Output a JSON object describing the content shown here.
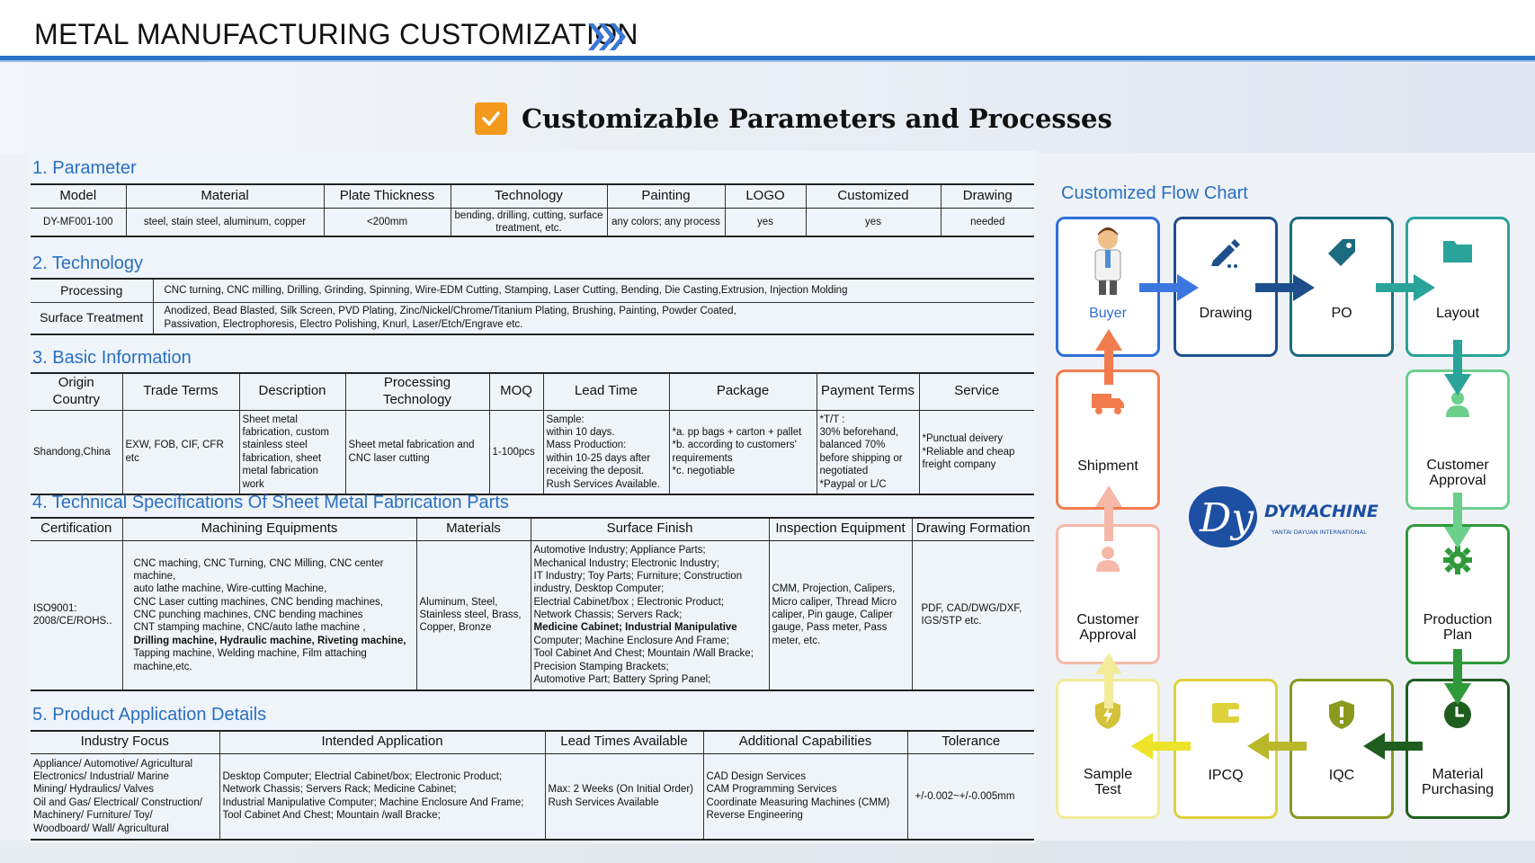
{
  "header": {
    "title": "METAL MANUFACTURING CUSTOMIZATION"
  },
  "subtitle": "Customizable Parameters and Processes",
  "sections": {
    "parameter": "1. Parameter",
    "technology": "2. Technology",
    "basic": "3. Basic Information",
    "specs": "4. Technical Specifications Of Sheet Metal Fabrication Parts",
    "application": "5. Product Application Details"
  },
  "param": {
    "headers": [
      "Model",
      "Material",
      "Plate  Thickness",
      "Technology",
      "Painting",
      "LOGO",
      "Customized",
      "Drawing"
    ],
    "row": [
      "DY-MF001-100",
      "steel, stain  steel, aluminum, copper",
      "<200mm",
      "bending, drilling, cutting, surface treatment, etc.",
      "any colors; any process",
      "yes",
      "yes",
      "needed"
    ]
  },
  "tech": {
    "processing_label": "Processing",
    "processing_value": "CNC turning, CNC milling, Drilling, Grinding, Spinning, Wire-EDM Cutting, Stamping, Laser Cutting, Bending, Die Casting,Extrusion, Injection Molding",
    "surface_label": "Surface Treatment",
    "surface_line1": "Anodized, Bead Blasted, Silk Screen, PVD Plating, Zinc/Nickel/Chrome/Titanium Plating, Brushing, Painting, Powder Coated,",
    "surface_line2": "Passivation, Electrophoresis, Electro Polishing, Knurl, Laser/Etch/Engrave etc."
  },
  "basic": {
    "headers": [
      "Origin Country",
      "Trade Terms",
      "Description",
      "Processing Technology",
      "MOQ",
      "Lead Time",
      "Package",
      "Payment Terms",
      "Service"
    ],
    "origin": "Shandong,China",
    "trade": "EXW, FOB, CIF, CFR etc",
    "description": [
      "Sheet metal",
      "fabrication, custom",
      "stainless steel",
      "fabrication, sheet",
      "metal fabrication",
      "work"
    ],
    "processing": [
      "Sheet metal fabrication and",
      "CNC laser cutting"
    ],
    "moq": "1-100pcs",
    "lead": [
      "Sample:",
      "within 10 days.",
      "Mass Production:",
      "within 10-25 days after",
      "receiving the deposit.",
      "Rush Services Available."
    ],
    "package": [
      "*a. pp bags + carton + pallet",
      "*b. according to customers'",
      "requirements",
      "*c. negotiable"
    ],
    "payment": [
      "*T/T :",
      "30% beforehand,",
      "balanced 70%",
      "before shipping or",
      "negotiated",
      "*Paypal or L/C"
    ],
    "service": [
      "*Punctual deivery",
      "*Reliable and cheap",
      "freight company"
    ]
  },
  "specs": {
    "headers": [
      "Certification",
      "Machining Equipments",
      "Materials",
      "Surface Finish",
      "Inspection Equipment",
      "Drawing Formation"
    ],
    "certification": [
      "ISO9001:",
      "2008/CE/ROHS.."
    ],
    "machining": [
      {
        "t": "CNC maching, CNC Turning, CNC Milling, CNC center",
        "b": false
      },
      {
        "t": "machine,",
        "b": false
      },
      {
        "t": "auto lathe machine, Wire-cutting Machine,",
        "b": false
      },
      {
        "t": "CNC Laser cutting machines, CNC bending machines,",
        "b": false
      },
      {
        "t": "CNC punching machines, CNC bending machines",
        "b": false
      },
      {
        "t": "CNT stamping machine, CNC/auto lathe machine ,",
        "b": false
      },
      {
        "t": "Drilling machine, Hydraulic machine, Riveting machine,",
        "b": true
      },
      {
        "t": "Tapping machine, Welding machine, Film attaching",
        "b": false
      },
      {
        "t": "machine,etc.",
        "b": false
      }
    ],
    "materials": [
      "Aluminum, Steel,",
      "Stainless steel, Brass,",
      "Copper, Bronze"
    ],
    "surface": [
      {
        "t": "Automotive Industry; Appliance Parts;",
        "b": false
      },
      {
        "t": "Mechanical Industry; Electronic Industry;",
        "b": false
      },
      {
        "t": "IT Industry; Toy Parts; Furniture; Construction",
        "b": false
      },
      {
        "t": "industry, Desktop Computer;",
        "b": false
      },
      {
        "t": "Electrial Cabinet/box  ; Electronic Product;",
        "b": false
      },
      {
        "t": "Network Chassis; Servers Rack;",
        "b": false
      },
      {
        "t": "Medicine Cabinet; Industrial Manipulative",
        "b": true
      },
      {
        "t": "Computer; Machine Enclosure And Frame;",
        "b": false
      },
      {
        "t": "Tool Cabinet And Chest; Mountain /Wall Bracke;",
        "b": false
      },
      {
        "t": "Precision Stamping Brackets;",
        "b": false
      },
      {
        "t": "Automotive Part; Battery Spring Panel;",
        "b": false
      }
    ],
    "inspection": [
      "CMM, Projection, Calipers,",
      "Micro caliper, Thread Micro",
      "caliper, Pin gauge, Caliper",
      "gauge, Pass meter, Pass",
      "meter, etc."
    ],
    "drawing": [
      "PDF, CAD/DWG/DXF,",
      "IGS/STP etc."
    ]
  },
  "app": {
    "headers": [
      "Industry Focus",
      "Intended Application",
      "Lead Times Available",
      "Additional Capabilities",
      "Tolerance"
    ],
    "industry": [
      "Appliance/ Automotive/ Agricultural",
      "Electronics/ Industrial/ Marine",
      "Mining/ Hydraulics/ Valves",
      "Oil and Gas/ Electrical/ Construction/",
      "Machinery/ Furniture/ Toy/",
      "Woodboard/ Wall/ Agricultural"
    ],
    "intended": [
      "Desktop Computer; Electrial Cabinet/box; Electronic Product;",
      "Network Chassis; Servers Rack; Medicine Cabinet;",
      "Industrial Manipulative Computer; Machine Enclosure And Frame;",
      "Tool Cabinet And Chest; Mountain /wall Bracke;"
    ],
    "lead": [
      "Max: 2 Weeks (On Initial Order)",
      "Rush Services Available"
    ],
    "capabilities": [
      "CAD Design Services",
      "CAM Programming Services",
      "Coordinate Measuring Machines (CMM)",
      "Reverse Engineering"
    ],
    "tolerance": "+/-0.002~+/-0.005mm"
  },
  "flow": {
    "title": "Customized Flow Chart",
    "steps": [
      {
        "label": "Buyer",
        "color": "#2f6fd6",
        "icon": "buyer-person-icon"
      },
      {
        "label": "Drawing",
        "color": "#1e4f8c",
        "icon": "pencil-icon"
      },
      {
        "label": "PO",
        "color": "#1c6c80",
        "icon": "tag-icon"
      },
      {
        "label": "Layout",
        "color": "#2aa39a",
        "icon": "folder-icon"
      },
      {
        "label": "Customer\nApproval",
        "color": "#6ccf8c",
        "icon": "user-icon"
      },
      {
        "label": "Production\nPlan",
        "color": "#2f9a3a",
        "icon": "gear-icon"
      },
      {
        "label": "Material\nPurchasing",
        "color": "#1f5e1f",
        "icon": "clock-icon"
      },
      {
        "label": "IQC",
        "color": "#8a9a1e",
        "icon": "shield-alert-icon"
      },
      {
        "label": "IPCQ",
        "color": "#ddd23a",
        "icon": "wallet-icon"
      },
      {
        "label": "Sample\nTest",
        "color": "#f2ec9a",
        "icon": "shield-bolt-icon"
      },
      {
        "label": "Customer\nApproval",
        "color": "#f6b8a8",
        "icon": "user-icon"
      },
      {
        "label": "Shipment",
        "color": "#f37c4f",
        "icon": "truck-icon"
      }
    ]
  },
  "logo": {
    "brand": "DYMACHINE",
    "sub": "YANTAI DAYUAN INTERNATIONAL",
    "mark": "Dy"
  }
}
